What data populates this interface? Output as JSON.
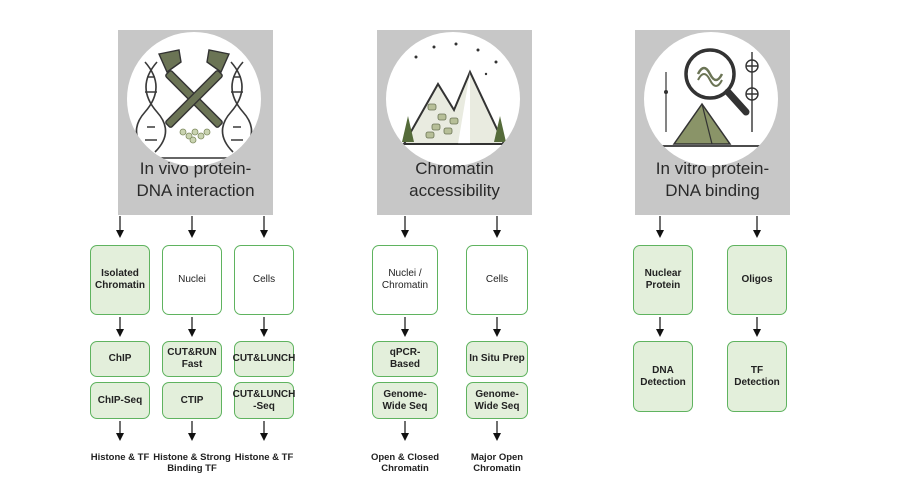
{
  "panels": [
    {
      "title_line1": "In vivo protein-",
      "title_line2": "DNA interaction",
      "icon": "crossed-hammers-dna-icon",
      "columns": [
        {
          "boxes": [
            "Isolated Chromatin",
            "ChIP",
            "ChIP-Seq"
          ],
          "output": "Histone & TF"
        },
        {
          "boxes": [
            "Nuclei",
            "CUT&RUN Fast",
            "CTIP"
          ],
          "output": "Histone & Strong Binding TF"
        },
        {
          "boxes": [
            "Cells",
            "CUT&LUNCH",
            "CUT&LUNCH -Seq"
          ],
          "output": "Histone & TF"
        }
      ]
    },
    {
      "title_line1": "Chromatin",
      "title_line2": "accessibility",
      "icon": "mountain-landscape-icon",
      "columns": [
        {
          "boxes": [
            "Nuclei / Chromatin",
            "qPCR-Based",
            "Genome-Wide Seq"
          ],
          "output": "Open & Closed Chromatin"
        },
        {
          "boxes": [
            "Cells",
            "In Situ Prep",
            "Genome-Wide Seq"
          ],
          "output": "Major Open Chromatin"
        }
      ]
    },
    {
      "title_line1": "In vitro protein-",
      "title_line2": "DNA binding",
      "icon": "magnifier-tent-icon",
      "columns": [
        {
          "boxes": [
            "Nuclear Protein",
            "DNA Detection"
          ]
        },
        {
          "boxes": [
            "Oligos",
            "TF Detection"
          ]
        }
      ]
    }
  ],
  "colors": {
    "panel": "#c7c7c7",
    "box_border": "#5fb35f",
    "box_fill": "#e3efdb",
    "icon": "#6b7455"
  }
}
